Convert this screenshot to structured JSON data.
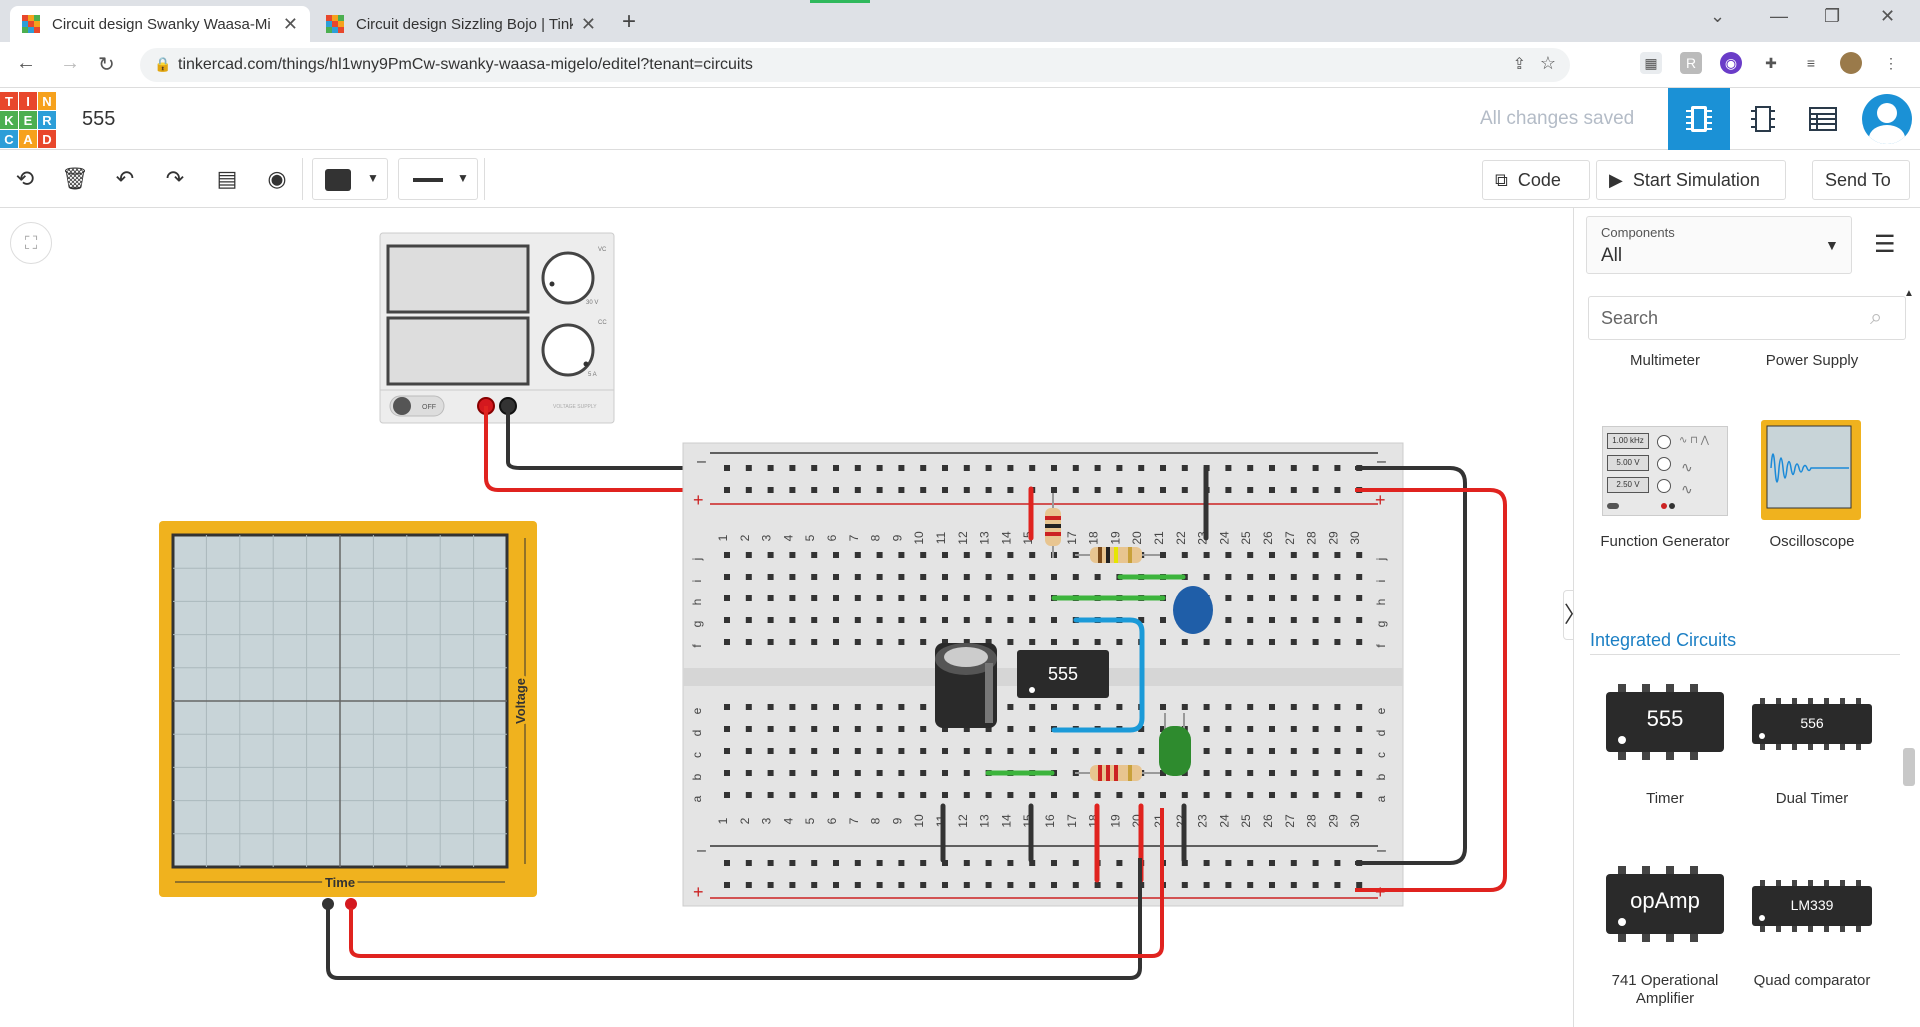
{
  "browser": {
    "tabs": [
      {
        "title": "Circuit design Swanky Waasa-Mi",
        "active": true
      },
      {
        "title": "Circuit design Sizzling Bojo | Tink",
        "active": false
      }
    ],
    "url": "tinkercad.com/things/hl1wny9PmCw-swanky-waasa-migelo/editel?tenant=circuits"
  },
  "header": {
    "logo_letters": [
      "T",
      "I",
      "N",
      "K",
      "E",
      "R",
      "C",
      "A",
      "D"
    ],
    "project_name": "555",
    "save_status": "All changes saved"
  },
  "toolbar": {
    "code_label": "Code",
    "start_simulation_label": "Start Simulation",
    "send_to_label": "Send To"
  },
  "panel": {
    "components_label": "Components",
    "components_value": "All",
    "search_placeholder": "Search",
    "top_items": [
      "Multimeter",
      "Power Supply"
    ],
    "items": [
      {
        "label": "Function Generator"
      },
      {
        "label": "Oscilloscope"
      }
    ],
    "category": "Integrated Circuits",
    "ic_items": [
      {
        "label": "Timer",
        "chip": "555"
      },
      {
        "label": "Dual Timer",
        "chip": "556"
      },
      {
        "label": "741 Operational Amplifier",
        "chip": "opAmp"
      },
      {
        "label": "Quad comparator",
        "chip": "LM339"
      }
    ],
    "fg_readouts": [
      "1.00 kHz",
      "5.00 V",
      "2.50 V"
    ]
  },
  "circuit": {
    "power_supply": {
      "switch_label": "OFF",
      "volt_range": "30 V",
      "amp_range": "5 A",
      "vc": "VC",
      "cc": "CC",
      "brand": "VOLTAGE SUPPLY"
    },
    "oscilloscope": {
      "x_label": "Time",
      "y_label": "Voltage"
    },
    "ic_label": "555",
    "breadboard": {
      "columns": [
        "1",
        "2",
        "3",
        "4",
        "5",
        "6",
        "7",
        "8",
        "9",
        "10",
        "11",
        "12",
        "13",
        "14",
        "15",
        "16",
        "17",
        "18",
        "19",
        "20",
        "21",
        "22",
        "23",
        "24",
        "25",
        "26",
        "27",
        "28",
        "29",
        "30"
      ],
      "top_rows": [
        "j",
        "i",
        "h",
        "g",
        "f"
      ],
      "bottom_rows": [
        "e",
        "d",
        "c",
        "b",
        "a"
      ]
    }
  },
  "colors": {
    "accent": "#1b91d6",
    "oscilloscope": "#f0b21e",
    "wire_red": "#e0231f",
    "wire_black": "#333333"
  }
}
